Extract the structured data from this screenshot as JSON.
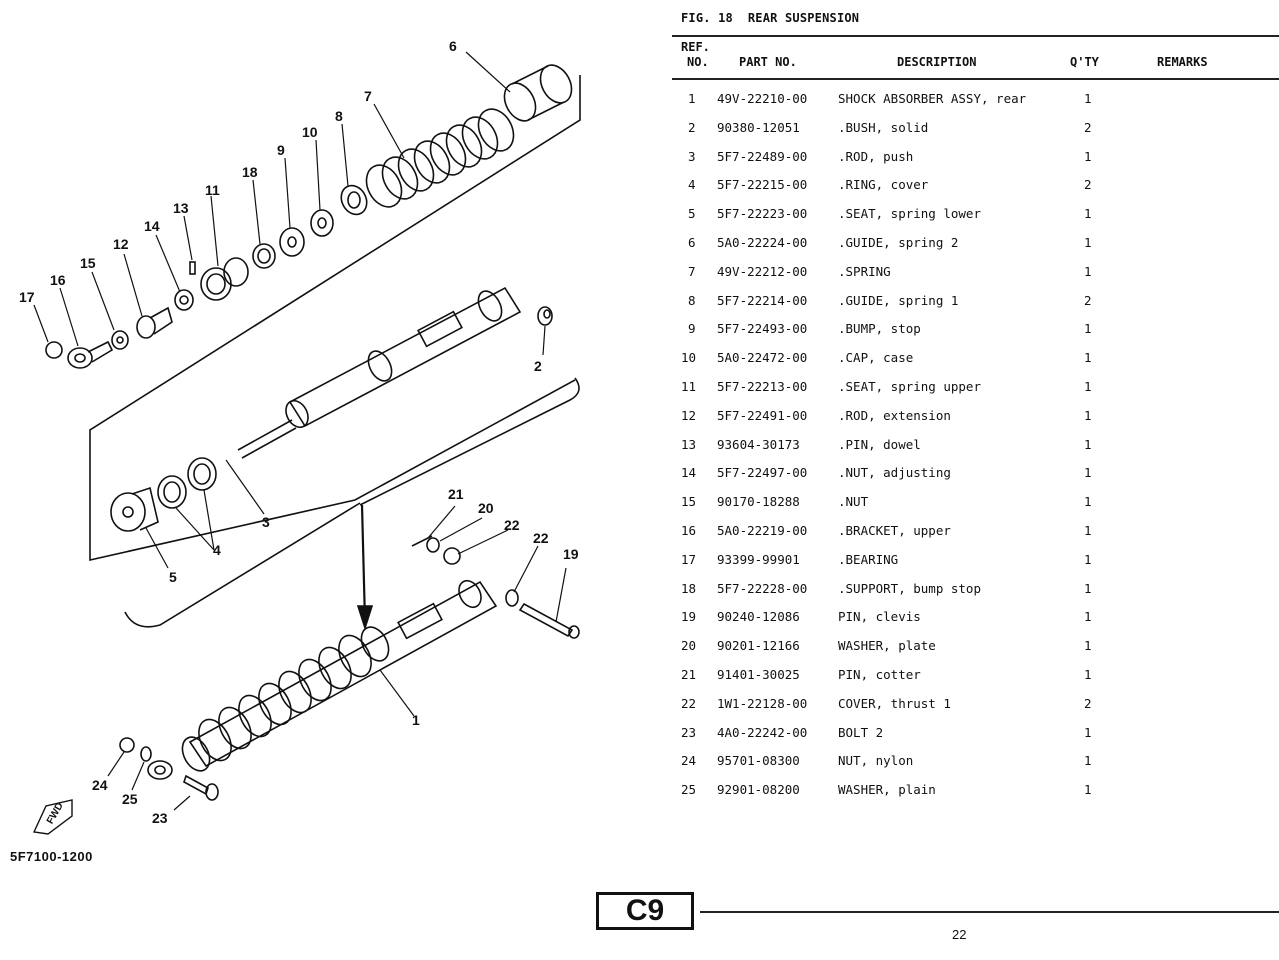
{
  "figure": {
    "number_label": "FIG. 18",
    "title": "REAR SUSPENSION",
    "drawing_code": "5F7100-1200",
    "fwd_label": "FWD",
    "section_badge": "C9",
    "page_number": "22"
  },
  "table": {
    "headers": {
      "ref_line1": "REF.",
      "ref_line2": "NO.",
      "part_no": "PART NO.",
      "description": "DESCRIPTION",
      "qty": "Q'TY",
      "remarks": "REMARKS"
    },
    "rows": [
      {
        "ref": "1",
        "part": "49V-22210-00",
        "desc": "SHOCK ABSORBER ASSY, rear",
        "qty": "1"
      },
      {
        "ref": "2",
        "part": "90380-12051",
        "desc": ".BUSH, solid",
        "qty": "2"
      },
      {
        "ref": "3",
        "part": "5F7-22489-00",
        "desc": ".ROD, push",
        "qty": "1"
      },
      {
        "ref": "4",
        "part": "5F7-22215-00",
        "desc": ".RING, cover",
        "qty": "2"
      },
      {
        "ref": "5",
        "part": "5F7-22223-00",
        "desc": ".SEAT, spring lower",
        "qty": "1"
      },
      {
        "ref": "6",
        "part": "5A0-22224-00",
        "desc": ".GUIDE, spring 2",
        "qty": "1"
      },
      {
        "ref": "7",
        "part": "49V-22212-00",
        "desc": ".SPRING",
        "qty": "1"
      },
      {
        "ref": "8",
        "part": "5F7-22214-00",
        "desc": ".GUIDE, spring 1",
        "qty": "2"
      },
      {
        "ref": "9",
        "part": "5F7-22493-00",
        "desc": ".BUMP, stop",
        "qty": "1"
      },
      {
        "ref": "10",
        "part": "5A0-22472-00",
        "desc": ".CAP, case",
        "qty": "1"
      },
      {
        "ref": "11",
        "part": "5F7-22213-00",
        "desc": ".SEAT, spring upper",
        "qty": "1"
      },
      {
        "ref": "12",
        "part": "5F7-22491-00",
        "desc": ".ROD, extension",
        "qty": "1"
      },
      {
        "ref": "13",
        "part": "93604-30173",
        "desc": ".PIN, dowel",
        "qty": "1"
      },
      {
        "ref": "14",
        "part": "5F7-22497-00",
        "desc": ".NUT, adjusting",
        "qty": "1"
      },
      {
        "ref": "15",
        "part": "90170-18288",
        "desc": ".NUT",
        "qty": "1"
      },
      {
        "ref": "16",
        "part": "5A0-22219-00",
        "desc": ".BRACKET, upper",
        "qty": "1"
      },
      {
        "ref": "17",
        "part": "93399-99901",
        "desc": ".BEARING",
        "qty": "1"
      },
      {
        "ref": "18",
        "part": "5F7-22228-00",
        "desc": ".SUPPORT, bump stop",
        "qty": "1"
      },
      {
        "ref": "19",
        "part": "90240-12086",
        "desc": "PIN, clevis",
        "qty": "1"
      },
      {
        "ref": "20",
        "part": "90201-12166",
        "desc": "WASHER, plate",
        "qty": "1"
      },
      {
        "ref": "21",
        "part": "91401-30025",
        "desc": "PIN, cotter",
        "qty": "1"
      },
      {
        "ref": "22",
        "part": "1W1-22128-00",
        "desc": "COVER, thrust 1",
        "qty": "2"
      },
      {
        "ref": "23",
        "part": "4A0-22242-00",
        "desc": "BOLT 2",
        "qty": "1"
      },
      {
        "ref": "24",
        "part": "95701-08300",
        "desc": "NUT, nylon",
        "qty": "1"
      },
      {
        "ref": "25",
        "part": "92901-08200",
        "desc": "WASHER, plain",
        "qty": "1"
      }
    ]
  },
  "callouts": [
    "1",
    "2",
    "3",
    "4",
    "5",
    "6",
    "7",
    "8",
    "9",
    "10",
    "11",
    "12",
    "13",
    "14",
    "15",
    "16",
    "17",
    "18",
    "19",
    "20",
    "21",
    "22",
    "22",
    "23",
    "24",
    "25"
  ]
}
